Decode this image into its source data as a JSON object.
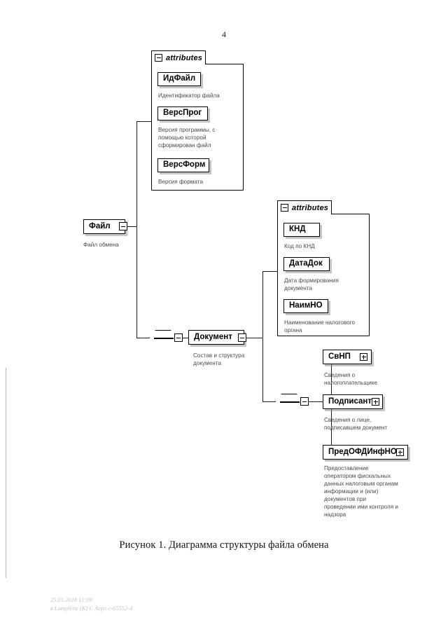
{
  "page": {
    "number": "4",
    "caption": "Рисунок 1. Диаграмма структуры файла обмена",
    "footer_line1": "25.01.2018 11:09",
    "footer_line2": "в Lomplone (К) С Агри с-65552-4"
  },
  "diagram": {
    "type": "xml-schema-structure",
    "attributes_label": "attributes",
    "nodes": {
      "file": {
        "name": "Файл",
        "description": "Файл обмена"
      },
      "document": {
        "name": "Документ",
        "description": "Состав и структура\nдокумента"
      },
      "svnp": {
        "name": "СвНП",
        "description": "Сведения о\nналогоплательщике"
      },
      "podpisant": {
        "name": "Подписант",
        "description": "Сведения о лице,\nподписавшем документ"
      },
      "predofd": {
        "name": "ПредОФДИнфНО",
        "description": "Предоставление\nоператором фискальных\nданных налоговым органам\nинформации и (или)\nдокументов при\nпроведении ими контроля и\nнадзора"
      }
    },
    "file_attributes": [
      {
        "name": "ИдФайл",
        "description": "Идентификатор файла"
      },
      {
        "name": "ВерсПрог",
        "description": "Версия программы, с\nпомощью которой\nсформирован файл"
      },
      {
        "name": "ВерсФорм",
        "description": "Версия формата"
      }
    ],
    "document_attributes": [
      {
        "name": "КНД",
        "description": "Код по КНД"
      },
      {
        "name": "ДатаДок",
        "description": "Дата формирования\nдокумента"
      },
      {
        "name": "НаимНО",
        "description": "Наименование налогового\nоргана"
      }
    ],
    "icons": {
      "collapse": "minus-icon",
      "expand": "plus-icon",
      "sequence": "sequence-compositor-icon"
    },
    "colors": {
      "stroke": "#000000",
      "background": "#ffffff",
      "description_text": "#4a4a4a",
      "shadow": "#969696"
    }
  }
}
